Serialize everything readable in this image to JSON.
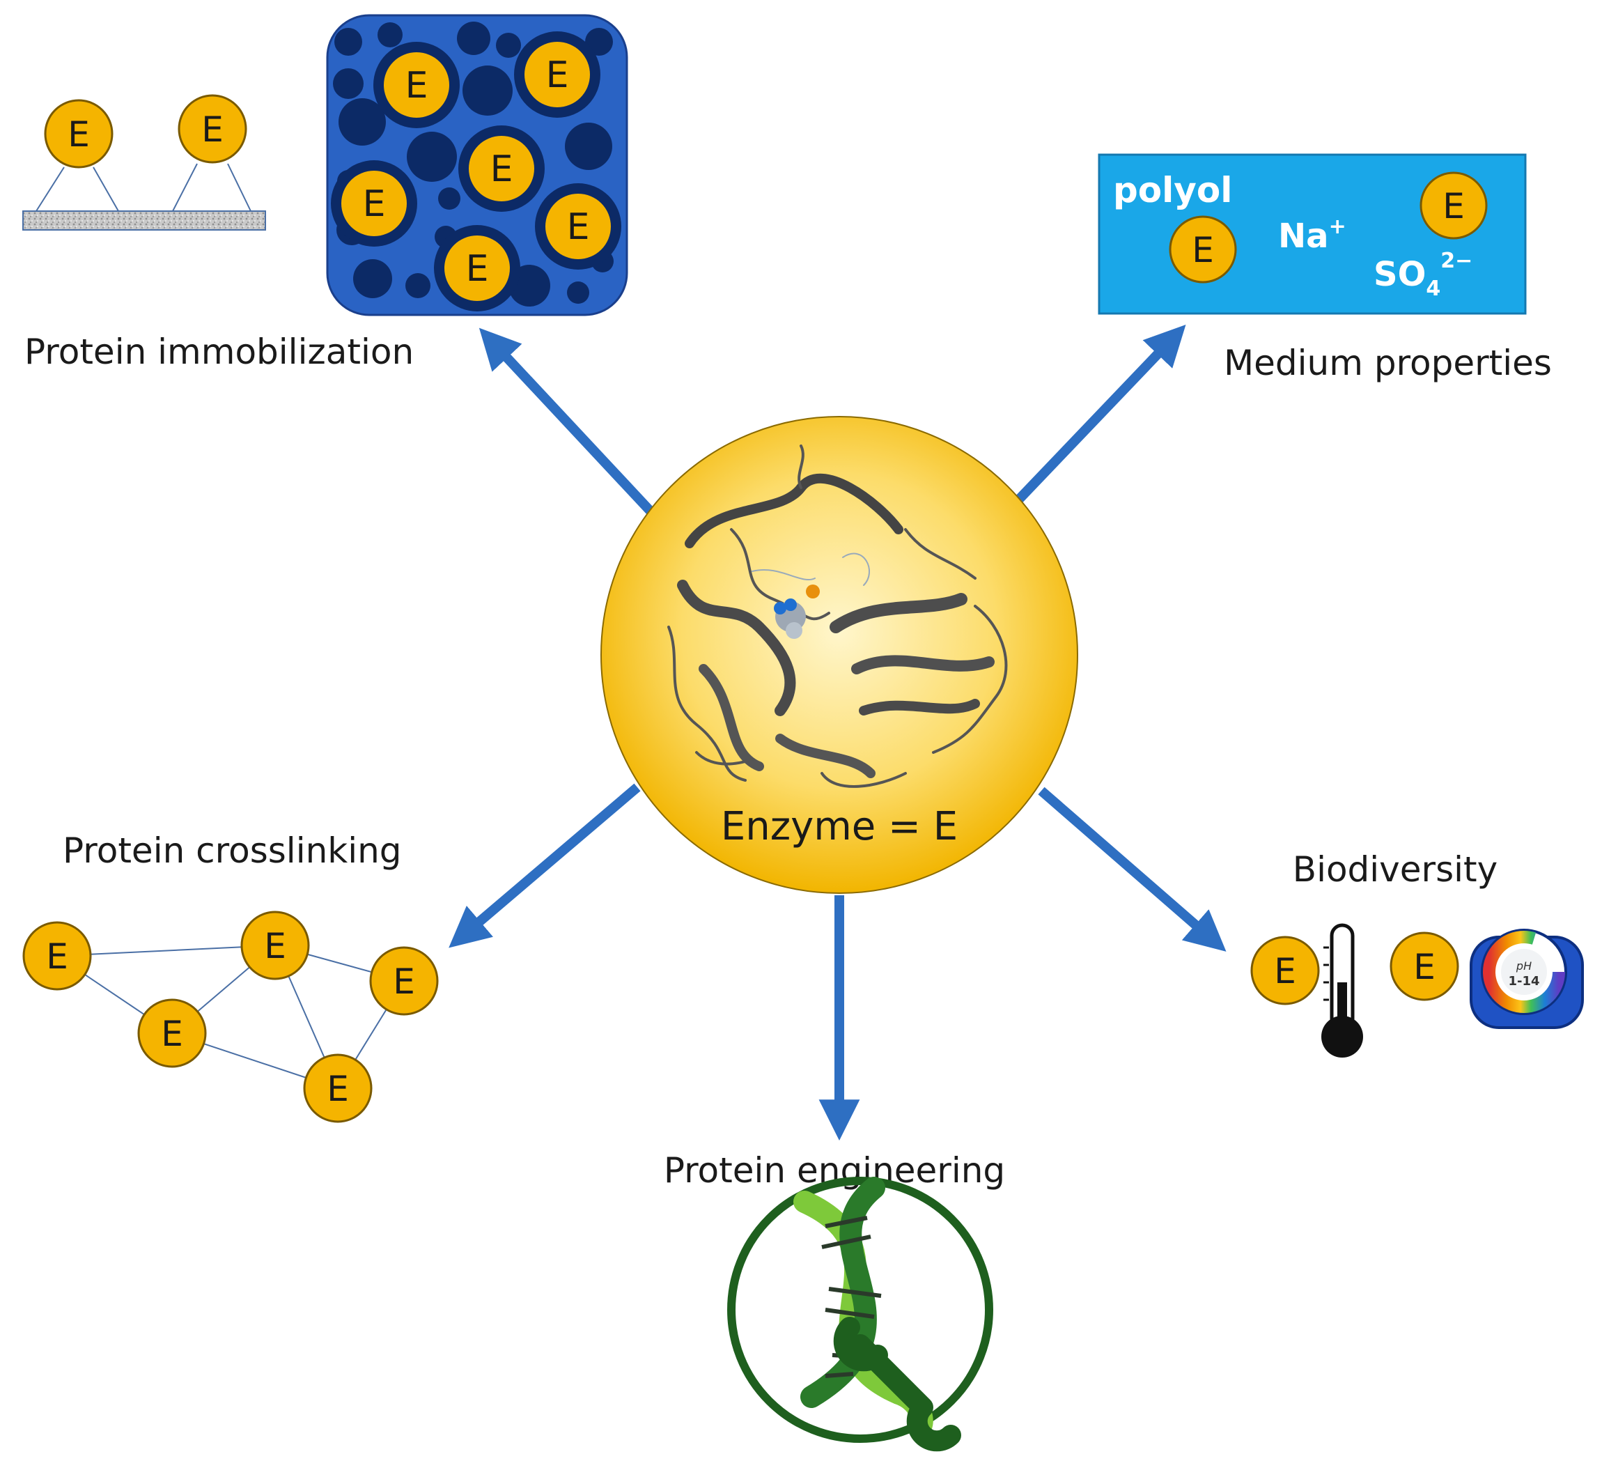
{
  "center": {
    "label": "Enzyme = E"
  },
  "enzyme_symbol": "E",
  "labels": {
    "immobilization": "Protein immobilization",
    "medium": "Medium properties",
    "crosslinking": "Protein crosslinking",
    "engineering": "Protein engineering",
    "biodiversity": "Biodiversity"
  },
  "medium_box": {
    "polyol": "polyol",
    "na_base": "Na",
    "na_sup": "+",
    "so_base": "SO",
    "so_sub": "4",
    "so_sup": "2−"
  },
  "ph_indicator": {
    "top": "pH",
    "range": "1-14"
  },
  "colors": {
    "arrow": "#2e6fc2",
    "enzyme_fill": "#f5b400",
    "center_glow": "#fbe48a",
    "immob_box": "#2a63c4",
    "immob_pore": "#0c2a66",
    "medium_box": "#1aa7e8",
    "dna_green": "#2a7a2a",
    "dna_light": "#7ec93a"
  }
}
